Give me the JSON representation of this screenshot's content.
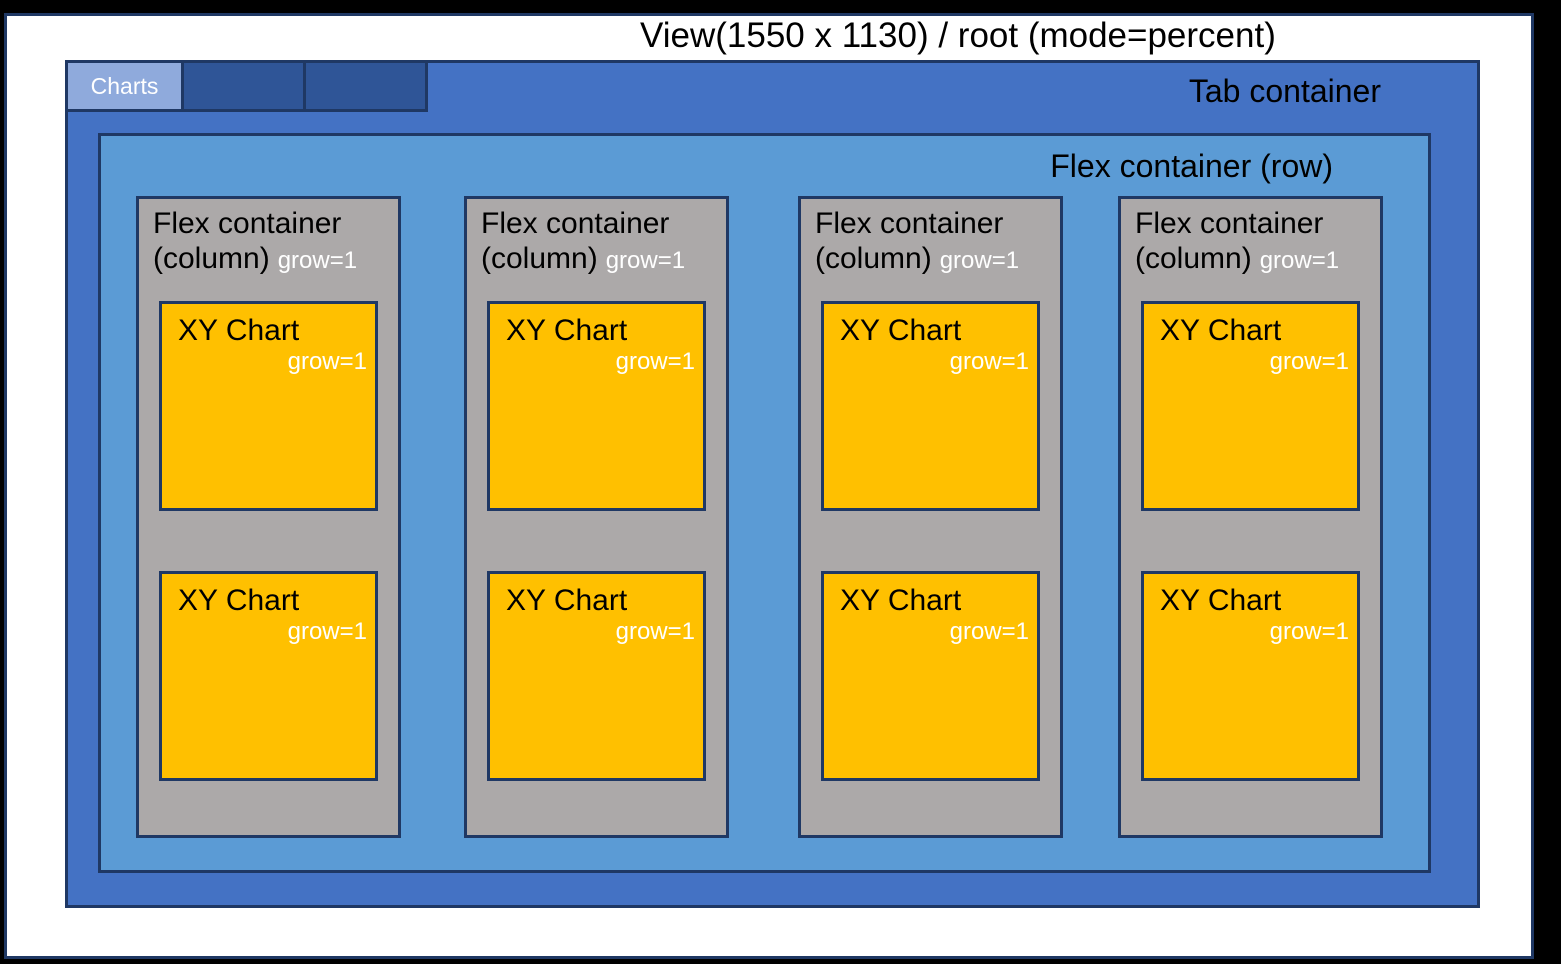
{
  "title": "View(1550 x 1130) / root (mode=percent)",
  "tab_container": {
    "label": "Tab container",
    "tabs": [
      {
        "label": "Charts",
        "state": "active"
      },
      {
        "label": "",
        "state": "inactive"
      },
      {
        "label": "",
        "state": "inactive"
      }
    ]
  },
  "flex_row": {
    "label": "Flex container (row)",
    "columns": [
      {
        "label_line1": "Flex container",
        "label_line2": "(column)",
        "grow_label": "grow=1",
        "charts": [
          {
            "label": "XY Chart",
            "grow_label": "grow=1"
          },
          {
            "label": "XY Chart",
            "grow_label": "grow=1"
          }
        ]
      },
      {
        "label_line1": "Flex container",
        "label_line2": "(column)",
        "grow_label": "grow=1",
        "charts": [
          {
            "label": "XY Chart",
            "grow_label": "grow=1"
          },
          {
            "label": "XY Chart",
            "grow_label": "grow=1"
          }
        ]
      },
      {
        "label_line1": "Flex container",
        "label_line2": "(column)",
        "grow_label": "grow=1",
        "charts": [
          {
            "label": "XY Chart",
            "grow_label": "grow=1"
          },
          {
            "label": "XY Chart",
            "grow_label": "grow=1"
          }
        ]
      },
      {
        "label_line1": "Flex container",
        "label_line2": "(column)",
        "grow_label": "grow=1",
        "charts": [
          {
            "label": "XY Chart",
            "grow_label": "grow=1"
          },
          {
            "label": "XY Chart",
            "grow_label": "grow=1"
          }
        ]
      }
    ]
  },
  "colors": {
    "page_border": "#1F3864",
    "tab_container_fill": "#4472C4",
    "active_tab_fill": "#8FAADC",
    "inactive_tab_fill": "#2F5597",
    "flex_row_fill": "#5B9BD5",
    "flex_column_fill": "#ACA9A9",
    "chart_fill": "#FFC000"
  }
}
